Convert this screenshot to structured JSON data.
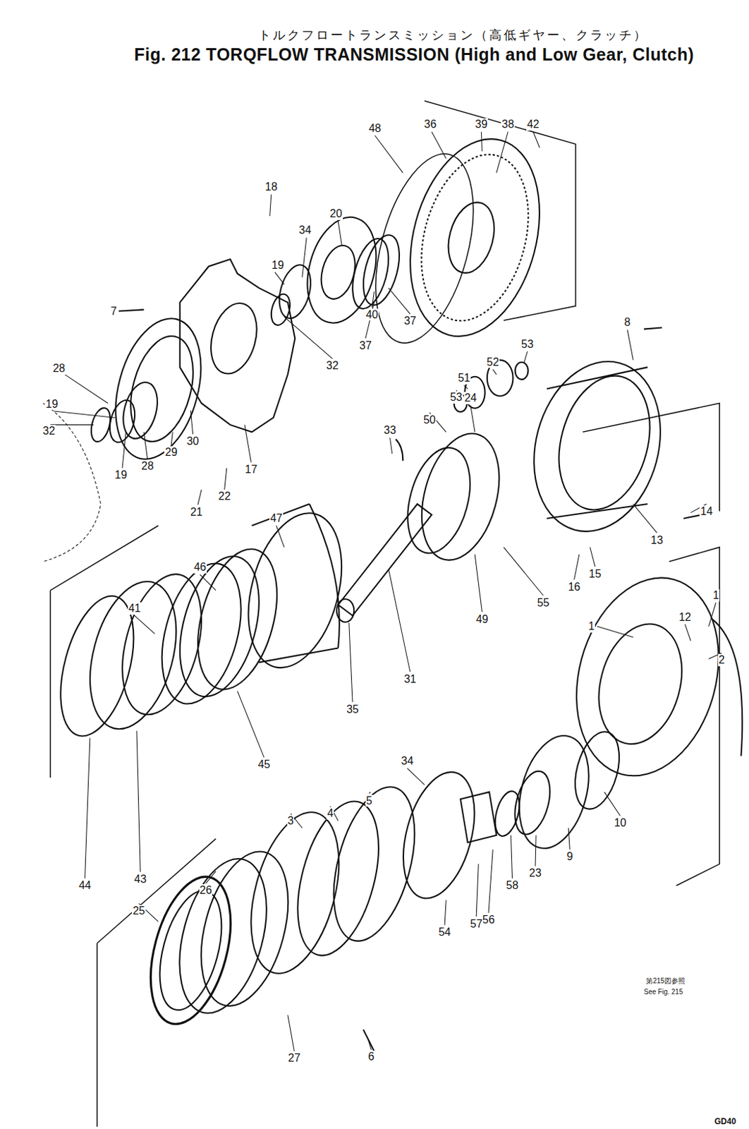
{
  "diagram": {
    "title": "Fig. 212 TORQFLOW TRANSMISSION (High and Low Gear, Clutch)",
    "labels": [
      "トルクフロートランスミッション（高低ギヤー、クラッチ）",
      "18",
      "7",
      "19",
      "34",
      "20",
      "48",
      "36",
      "39",
      "38",
      "42",
      "37",
      "40",
      "37",
      "32",
      "28",
      "19",
      "32",
      "19",
      "28",
      "29",
      "30",
      "17",
      "22",
      "21",
      "8",
      "53",
      "52",
      "51",
      "53",
      "50",
      "24",
      "33",
      "14",
      "13",
      "15",
      "16",
      "55",
      "49",
      "31",
      "35",
      "47",
      "46",
      "41",
      "45",
      "43",
      "44",
      "34",
      "1",
      "12",
      "2",
      "1",
      "10",
      "9",
      "23",
      "58",
      "56",
      "57",
      "54",
      "5",
      "4",
      "3",
      "26",
      "25",
      "27",
      "6",
      "第215図参照",
      "See Fig. 215",
      "GD40"
    ]
  }
}
